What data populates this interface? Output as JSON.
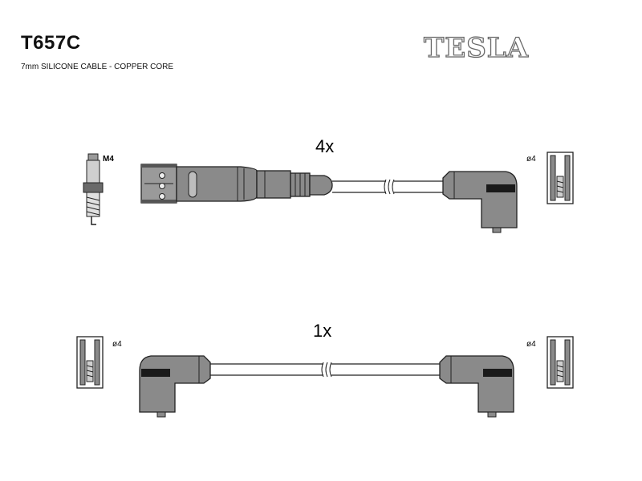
{
  "header": {
    "part_number": "T657C",
    "subtitle": "7mm SILICONE CABLE - COPPER CORE",
    "brand": "TESLA"
  },
  "diagram": {
    "top_lead": {
      "quantity": "4x",
      "plug_thread": "M4",
      "end_diameter": "ø4"
    },
    "bottom_lead": {
      "quantity": "1x",
      "left_diameter": "ø4",
      "right_diameter": "ø4"
    }
  },
  "colors": {
    "boot_gray": "#8a8a8a",
    "dark_band": "#1a1a1a",
    "line": "#222222"
  },
  "icons": [
    "spark-plug-icon",
    "terminal-connector-icon",
    "distributor-boot-icon",
    "spark-plug-boot-icon"
  ]
}
